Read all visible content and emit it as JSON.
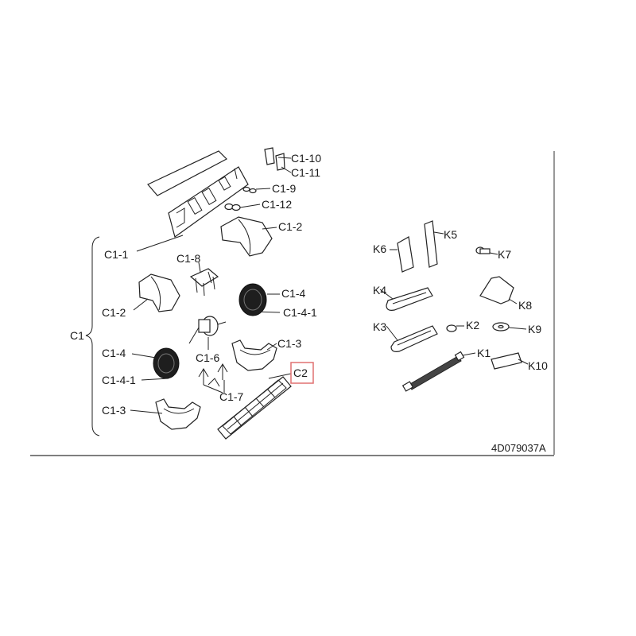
{
  "labels": {
    "c1": "C1",
    "c1_1": "C1-1",
    "c1_2a": "C1-2",
    "c1_2b": "C1-2",
    "c1_3a": "C1-3",
    "c1_3b": "C1-3",
    "c1_4a": "C1-4",
    "c1_4b": "C1-4",
    "c1_4_1a": "C1-4-1",
    "c1_4_1b": "C1-4-1",
    "c1_6": "C1-6",
    "c1_7": "C1-7",
    "c1_8": "C1-8",
    "c1_9": "C1-9",
    "c1_10": "C1-10",
    "c1_11": "C1-11",
    "c1_12": "C1-12",
    "c2": "C2",
    "k1": "K1",
    "k2": "K2",
    "k3": "K3",
    "k4": "K4",
    "k5": "K5",
    "k6": "K6",
    "k7": "K7",
    "k8": "K8",
    "k9": "K9",
    "k10": "K10"
  },
  "drawing_code": "4D079037A",
  "highlight_color": "#e07070"
}
